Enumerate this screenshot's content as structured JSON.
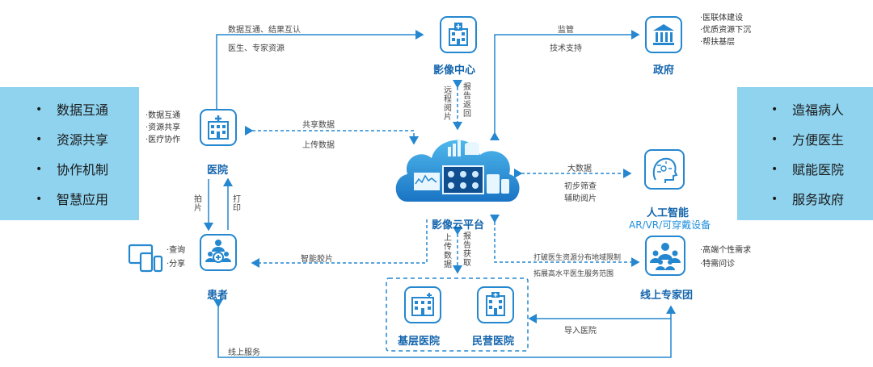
{
  "left_panel": {
    "items": [
      "数据互通",
      "资源共享",
      "协作机制",
      "智慧应用"
    ]
  },
  "right_panel": {
    "items": [
      "造福病人",
      "方便医生",
      "赋能医院",
      "服务政府"
    ]
  },
  "nodes": {
    "imaging_center": "影像中心",
    "government": "政府",
    "hospital": "医院",
    "cloud_platform": "影像云平台",
    "ai": "人工智能",
    "ai_sub": "AR/VR/可穿戴设备",
    "patient": "患者",
    "expert_team": "线上专家团",
    "primary_hospital": "基层医院",
    "private_hospital": "民营医院"
  },
  "notes": {
    "government": [
      "·医联体建设",
      "·优质资源下沉",
      "·帮扶基层"
    ],
    "hospital": [
      "·数据互通",
      "·资源共享",
      "·医疗协作"
    ],
    "patient": [
      "·查询",
      "·分享"
    ],
    "expert_team": [
      "·高端个性需求",
      "·特需问诊"
    ]
  },
  "edge_labels": {
    "top_left_1": "数据互通、结果互认",
    "top_left_2": "医生、专家资源",
    "supervise": "监管",
    "tech_support": "技术支持",
    "remote_read": "远程阅片",
    "report_return": "报告返回",
    "share_data": "共享数据",
    "upload_data": "上传数据",
    "big_data": "大数据",
    "prescreen": "初步筛查",
    "assist_read": "辅助阅片",
    "photo": "拍片",
    "print": "打印",
    "smart_film": "智能胶片",
    "upload_data_v": "上传数据",
    "report_get": "报告获取",
    "break_limit": "打破医生资源分布地域限制",
    "expand_range": "拓展高水平医生服务范围",
    "import_hospital": "导入医院",
    "online_service": "线上服务"
  },
  "colors": {
    "brand": "#2487cf",
    "panel": "#8fd3ef",
    "title": "#1465ad",
    "cloud_top": "#4fb8ec",
    "cloud_bottom": "#1a74c4"
  }
}
